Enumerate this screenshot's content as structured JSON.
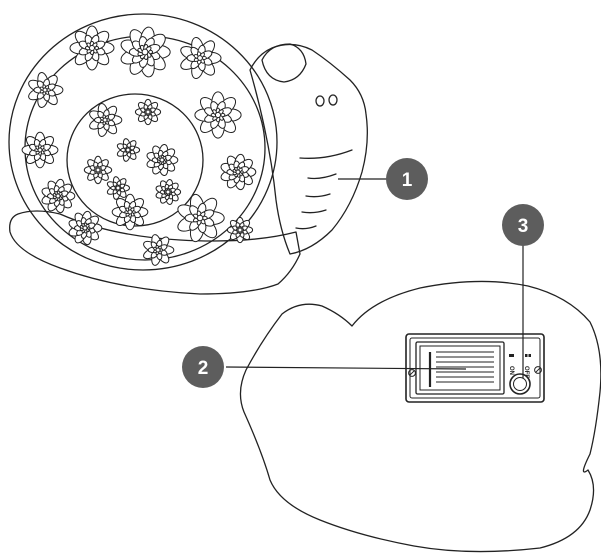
{
  "figure": {
    "callouts": [
      {
        "label": "1",
        "target": "snail-head"
      },
      {
        "label": "2",
        "target": "solar-panel"
      },
      {
        "label": "3",
        "target": "power-button"
      }
    ],
    "switch_labels": {
      "on": "ON",
      "off": "OFF"
    },
    "colors": {
      "callout_fill": "#5d5d5d",
      "line": "#222222",
      "background": "#ffffff"
    }
  }
}
